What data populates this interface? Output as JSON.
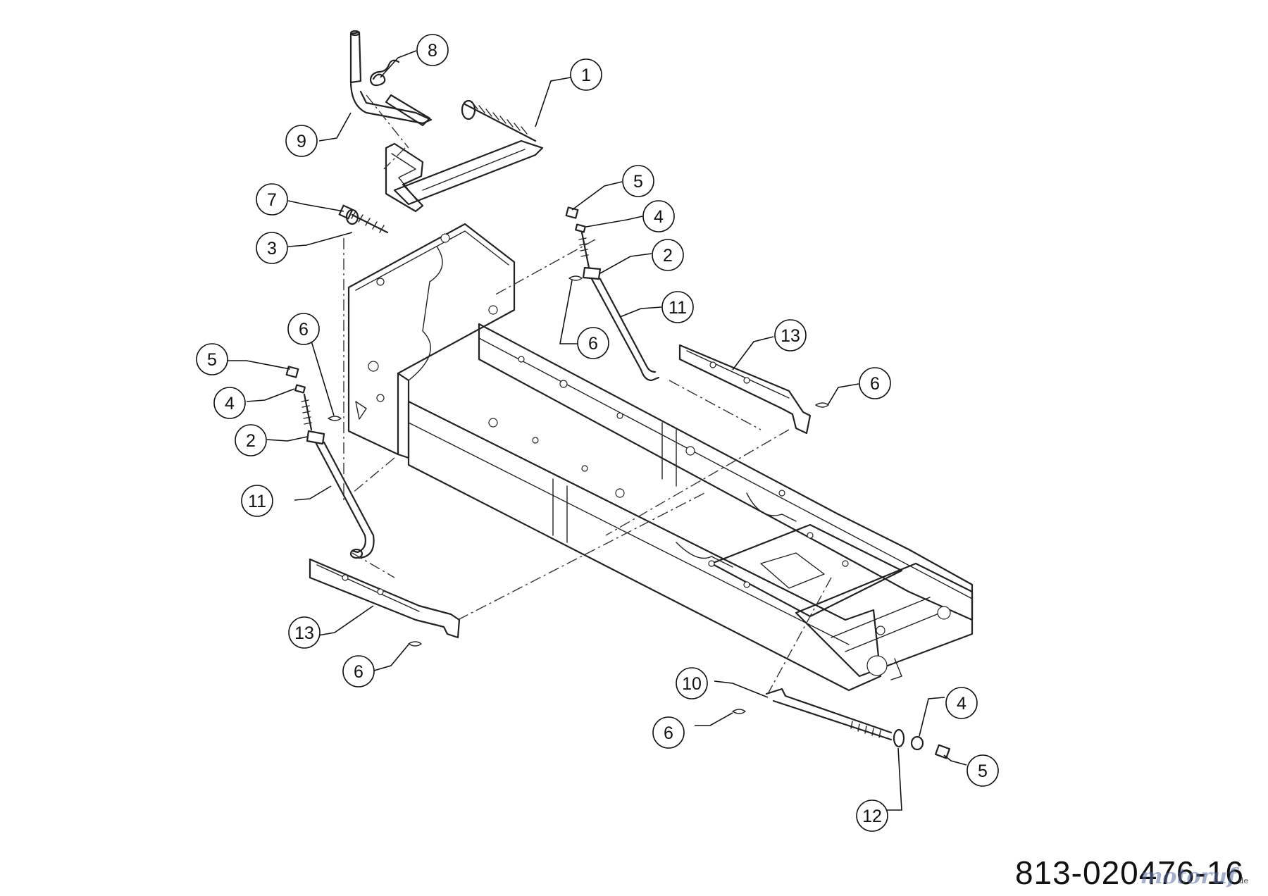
{
  "diagram": {
    "part_number": "813-020476-16",
    "watermark": "motoruf",
    "watermark_tld": ".de",
    "callouts": [
      {
        "label": "1"
      },
      {
        "label": "8"
      },
      {
        "label": "9"
      },
      {
        "label": "7"
      },
      {
        "label": "3"
      },
      {
        "label": "5"
      },
      {
        "label": "4"
      },
      {
        "label": "2"
      },
      {
        "label": "11"
      },
      {
        "label": "6"
      },
      {
        "label": "13"
      },
      {
        "label": "6"
      },
      {
        "label": "6"
      },
      {
        "label": "5"
      },
      {
        "label": "4"
      },
      {
        "label": "2"
      },
      {
        "label": "11"
      },
      {
        "label": "13"
      },
      {
        "label": "6"
      },
      {
        "label": "10"
      },
      {
        "label": "6"
      },
      {
        "label": "4"
      },
      {
        "label": "5"
      },
      {
        "label": "12"
      }
    ]
  }
}
